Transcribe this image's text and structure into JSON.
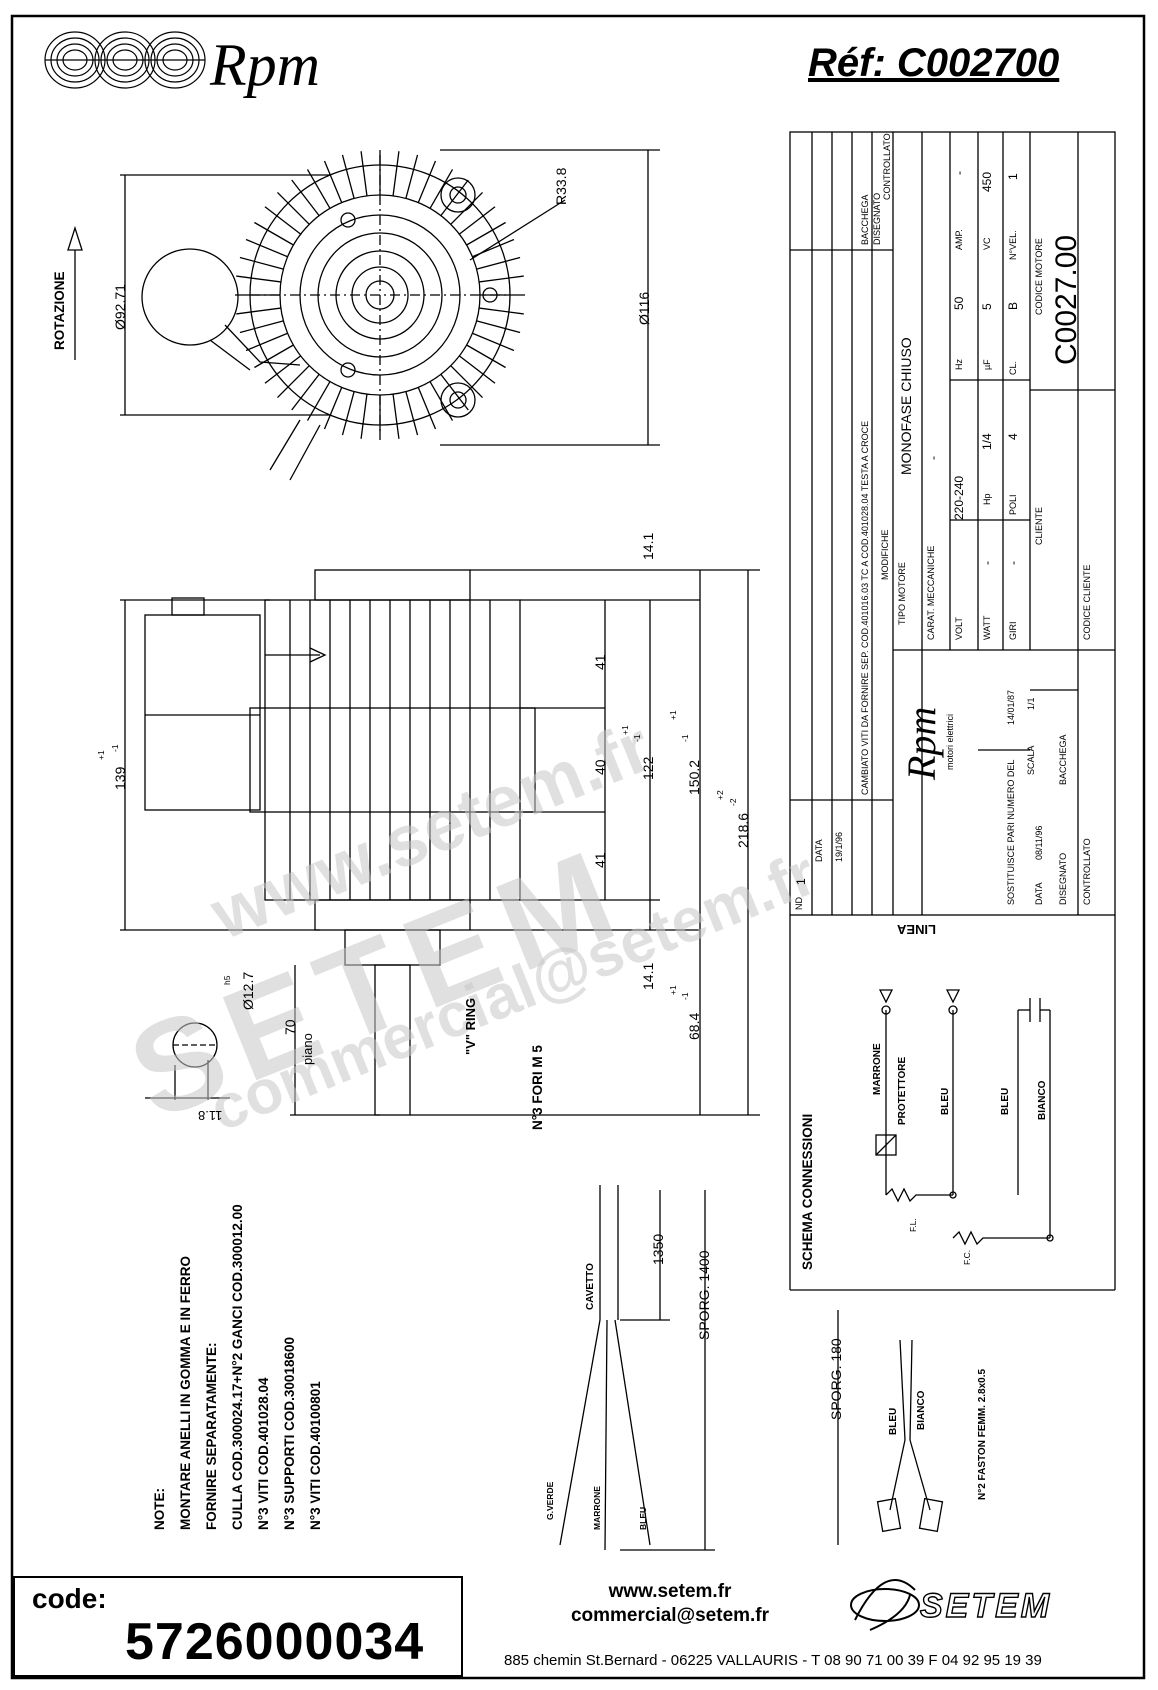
{
  "header": {
    "brand": "Rpm",
    "reference": "Réf:  C002700"
  },
  "drawing": {
    "rotation_label": "ROTAZIONE",
    "dims_front": {
      "d1": "Ø92.71",
      "d2": "Ø116",
      "r1": "R33.8"
    },
    "dims_side": {
      "overall_height": "139",
      "overall_height_tol": "+1",
      "overall_height_tol2": "-1",
      "d_41a": "41",
      "d_40": "40",
      "d_41b": "41",
      "d_122": "122",
      "d_122_tol": "+1",
      "d_122_tol2": "-1",
      "d_150": "150.2",
      "d_150_tol": "+1",
      "d_150_tol2": "-1",
      "d_218": "218.6",
      "d_218_tol": "+2",
      "d_218_tol2": "-2",
      "d_14a": "14.1",
      "d_14b": "14.1",
      "d_68": "68.4",
      "d_68_tol": "+1",
      "d_68_tol2": "-1",
      "shaft": "Ø12.7",
      "shaft_tol": "h5",
      "d_70": "70",
      "piano": "piano",
      "d_118": "11.8",
      "vring": "\"V\" RING",
      "fori": "N°3 FORI M 5"
    },
    "cable": {
      "cavetto": "CAVETTO",
      "d_1350": "1350",
      "sporg_1400": "SPORG. 1400",
      "wire1": "G.VERDE",
      "wire2": "MARRONE",
      "wire3": "BLEU"
    },
    "connections": {
      "title": "SCHEMA CONNESSIONI",
      "linea": "LINEA",
      "marrone": "MARRONE",
      "protettore": "PROTETTORE",
      "bleu1": "BLEU",
      "bleu2": "BLEU",
      "bianco": "BIANCO",
      "fl": "F.L.",
      "fc": "F.C."
    },
    "faston": {
      "sporg_180": "SPORG. 180",
      "bleu": "BLEU",
      "bianco": "BIANCO",
      "faston": "N°2 FASTON FEMM. 2.8x0.5"
    },
    "notes": [
      "NOTE:",
      "MONTARE ANELLI IN GOMMA E IN FERRO",
      "FORNIRE SEPARATAMENTE:",
      "CULLA COD.300024.17+N°2 GANCI COD.300012.00",
      "N°3 VITI COD.401028.04",
      "N°3 SUPPORTI COD.30018600",
      "N°3 VITI COD.40100801"
    ]
  },
  "title_block": {
    "nd": "ND",
    "data": "DATA",
    "rev_num": "1",
    "rev_date": "19/1/96",
    "modifiche_text": "CAMBIATO VITI DA FORNIRE SEP. COD.401016.03 TC A COD.401028.04 TESTA A CROCE",
    "modifiche": "MODIFICHE",
    "bacchega": "BACCHEGA",
    "disegnato_col": "DISEGNATO",
    "controllato_col": "CONTROLLATO",
    "dash": "-",
    "dot": ".",
    "tipo_motore_label": "TIPO MOTORE",
    "tipo_motore": "MONOFASE CHIUSO",
    "carat_label": "CARAT. MECCANICHE",
    "carat_val": "-",
    "volt_label": "VOLT",
    "volt_val": "220-240",
    "hz_label": "Hz",
    "hz_val": "50",
    "amp_label": "AMP.",
    "amp_val": "-",
    "watt_label": "WATT",
    "watt_val": "-",
    "hp_label": "Hp",
    "hp_val": "1/4",
    "uf_label": "µF",
    "uf_val": "5",
    "vc_label": "VC",
    "vc_val": "450",
    "giri_label": "GIRI",
    "giri_val": "-",
    "poli_label": "POLI",
    "poli_val": "4",
    "cl_label": "CL.",
    "cl_val": "B",
    "nvel_label": "N°VEL.",
    "nvel_val": "1",
    "cliente_label": "CLIENTE",
    "codice_motore_label": "CODICE MOTORE",
    "codice_motore": "C0027.00",
    "codice_cliente_label": "CODICE CLIENTE",
    "rpm_brand": "Rpm",
    "rpm_sub": "motori elettrici",
    "sostituisce": "SOSTITUISCE PARI NUMERO DEL",
    "sostituisce_date": "14/01/87",
    "scala_label": "SCALA",
    "scala_val": "1/1",
    "data_label": "DATA",
    "data_val": "08/11/96",
    "disegnato_label": "DISEGNATO",
    "disegnato_val": "BACCHEGA",
    "controllato_label": "CONTROLLATO"
  },
  "watermark": {
    "site": "www.setem.fr",
    "brand": "SETEM",
    "mail": "commercial@setem.fr"
  },
  "footer": {
    "code_label": "code:",
    "code_value": "5726000034",
    "website": "www.setem.fr",
    "email": "commercial@setem.fr",
    "address": "885 chemin St.Bernard  -  06225 VALLAURIS  -  T 08 90 71 00 39  F 04 92 95 19 39",
    "setem_logo": "SETEM"
  }
}
